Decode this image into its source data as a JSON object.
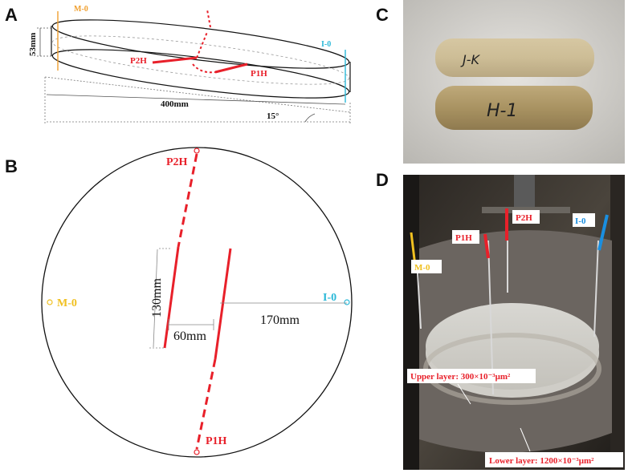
{
  "panels": {
    "a": {
      "letter": "A",
      "height_label": "53mm",
      "length_label": "400mm",
      "angle_label": "15°",
      "wells": {
        "m0": "M-0",
        "i0": "I-0",
        "p2h": "P2H",
        "p1h": "P1H"
      }
    },
    "b": {
      "letter": "B",
      "wells": {
        "p2h": "P2H",
        "p1h": "P1H",
        "m0": "M-0",
        "i0": "I-0"
      },
      "dims": {
        "length": "130mm",
        "spacing": "60mm",
        "offset": "170mm"
      }
    },
    "c": {
      "letter": "C",
      "core_labels": {
        "top": "J-K",
        "bottom": "H-1"
      }
    },
    "d": {
      "letter": "D",
      "wells": {
        "m0": "M-0",
        "p1h": "P1H",
        "p2h": "P2H",
        "i0": "I-0"
      },
      "layers": {
        "upper": "Upper layer: 300×10⁻³μm²",
        "lower": "Lower layer: 1200×10⁻³μm²"
      }
    }
  },
  "colors": {
    "red": "#e8202a",
    "orange": "#f0a030",
    "yellow": "#f0c020",
    "cyan": "#2ab8d8",
    "blue": "#1a8fe0"
  }
}
